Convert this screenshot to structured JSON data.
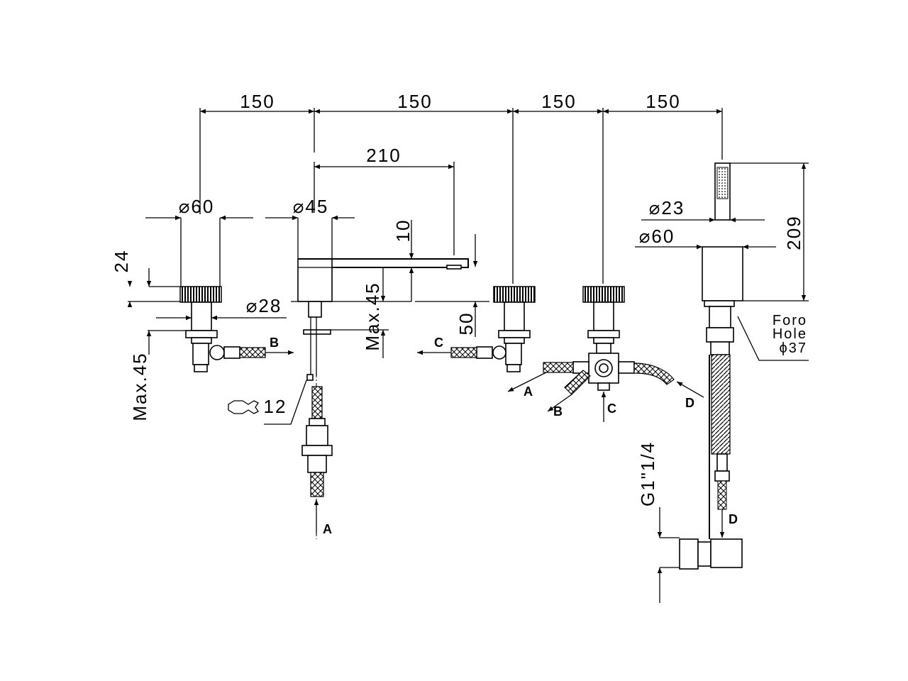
{
  "dimensions": {
    "spacing_1": "150",
    "spacing_2": "150",
    "spacing_3": "150",
    "spacing_4": "150",
    "spout_reach": "210",
    "dia_valve": "⌀60",
    "dia_spout_body": "⌀45",
    "dia_base": "⌀28",
    "dia_handshower": "⌀23",
    "dia_handshower_base": "⌀60",
    "height_handle": "24",
    "max_deck_left": "Max.45",
    "spout_thickness": "10",
    "max_deck_mid": "Max.45",
    "spout_height": "50",
    "handshower_height": "209",
    "wrench_size": "12",
    "thread": "G1\"1/4"
  },
  "hole_note": {
    "line1": "Foro",
    "line2": "Hole",
    "line3": "ϕ37"
  },
  "connections": {
    "b_left": "B",
    "a_spout": "A",
    "c_right_valve": "C",
    "a_diverter": "A",
    "b_diverter": "B",
    "c_diverter": "C",
    "d_diverter": "D",
    "d_handshower": "D"
  },
  "icons": {
    "wrench": "wrench-icon"
  }
}
